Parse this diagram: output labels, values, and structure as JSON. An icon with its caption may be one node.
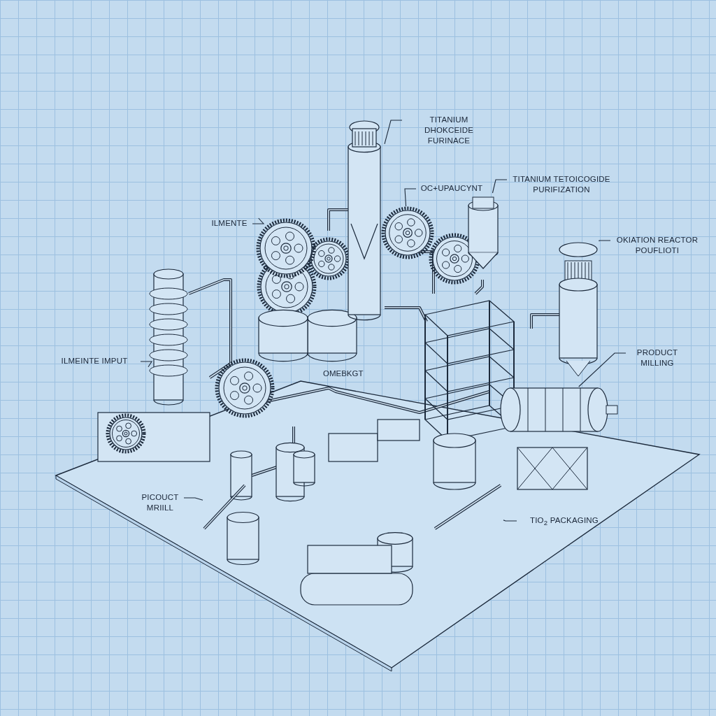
{
  "diagram": {
    "nodes": [
      {
        "text": [
          "TITANIUM DHOKCEIDE FURINACE"
        ]
      },
      {
        "text": [],
        "shape": "picture"
      },
      {
        "text": [
          "TITANIUM TETOICOGIDE PURIFIZATION"
        ]
      },
      {
        "text": [],
        "shape": "cylinder"
      },
      {
        "text": [
          "OC+UPAUCYNT"
        ]
      },
      {
        "text": [],
        "shape": "picture"
      },
      {
        "text": [
          "ILMENTE"
        ]
      },
      {
        "text": [],
        "shape": "picture"
      },
      {
        "text": [
          "OKIATION REACTOR POUFLIOTI"
        ]
      },
      {
        "text": [],
        "shape": "cylinder"
      },
      {
        "text": [
          "ILMEINTE IMPUT"
        ]
      },
      {
        "text": [],
        "shape": "cylinder"
      },
      {
        "text": [
          "PRODUCT MILLING"
        ]
      },
      {
        "text": [],
        "shape": "picture"
      },
      {
        "text": [
          "PICOUCT MRIILL"
        ]
      },
      {
        "text": [],
        "shape": "picture"
      },
      {
        "text": [
          "TIO$_{2}$ PACKAGING"
        ]
      },
      {
        "text": [],
        "shape": "picture"
      }
    ],
    "edges": [
      {
        "from": 0,
        "to": 1,
        "arrow": "none"
      },
      {
        "from": 2,
        "to": 3,
        "arrow": "none"
      },
      {
        "from": 4,
        "to": 5,
        "arrow": "none"
      },
      {
        "from": 6,
        "to": 7,
        "arrow": "none"
      },
      {
        "from": 8,
        "to": 9,
        "arrow": "none"
      },
      {
        "from": 10,
        "to": 11,
        "arrow": "none"
      },
      {
        "from": 12,
        "to": 13,
        "arrow": "none"
      },
      {
        "from": 14,
        "to": 15,
        "arrow": "none"
      },
      {
        "from": 16,
        "to": 17,
        "arrow": "none"
      }
    ],
    "labels": [
      "OMEBKGT"
    ]
  }
}
